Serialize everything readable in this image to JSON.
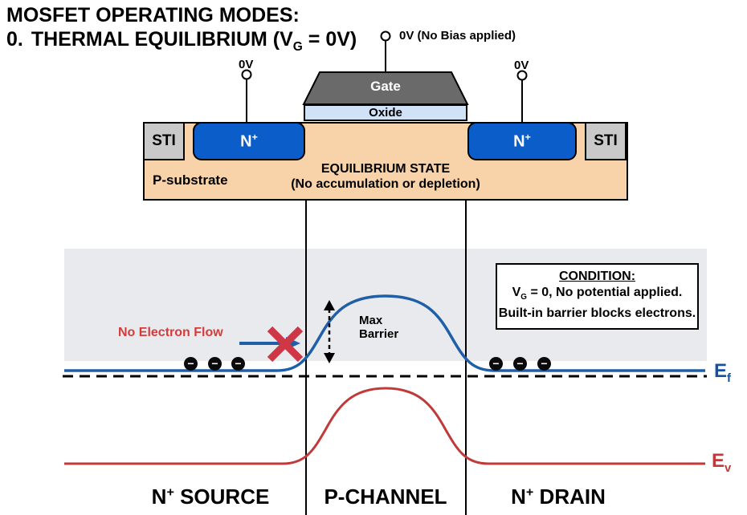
{
  "title": {
    "line1": "MOSFET OPERATING MODES:",
    "line2_num": "0.",
    "line2_pre": "THERMAL EQUILIBRIUM (V",
    "line2_sub": "G",
    "line2_post": " = 0V)"
  },
  "device": {
    "gate_bias_label": "0V (No Bias applied)",
    "source_bias_label": "0V",
    "drain_bias_label": "0V",
    "gate_label": "Gate",
    "oxide_label": "Oxide",
    "sti_label": "STI",
    "nplus_base": "N",
    "nplus_sup": "+",
    "substrate_label": "P-substrate",
    "state_line1": "EQUILIBRIUM STATE",
    "state_line2": "(No accumulation or depletion)"
  },
  "band": {
    "no_electron_flow": "No Electron Flow",
    "max_barrier_l1": "Max",
    "max_barrier_l2": "Barrier",
    "condition": {
      "title": "CONDITION:",
      "line2_pre": "V",
      "line2_sub": "G",
      "line2_post": " = 0, No potential applied.",
      "line3": "Built-in barrier blocks electrons."
    },
    "ef_base": "E",
    "ef_sub": "f",
    "ev_base": "E",
    "ev_sub": "v",
    "electron_symbol": "−"
  },
  "regions": {
    "source_pre": "N",
    "source_sup": "+",
    "source_post": " SOURCE",
    "channel": "P-CHANNEL",
    "drain_pre": "N",
    "drain_sup": "+",
    "drain_post": " DRAIN"
  },
  "colors": {
    "nplus-blue": "#0b5ec9",
    "sti-gray": "#c9c9c9",
    "substrate-peach": "#f8d2a8",
    "gate-gray": "#6a6a6a",
    "oxide-blue": "#cfe2f6",
    "band-bg": "#e8eaed",
    "ec-blue": "#1f5fa8",
    "ev-red": "#c03a3a",
    "flow-red": "#d43c3c",
    "cross-red": "#cf3746",
    "ef-blue": "#1550a5"
  }
}
